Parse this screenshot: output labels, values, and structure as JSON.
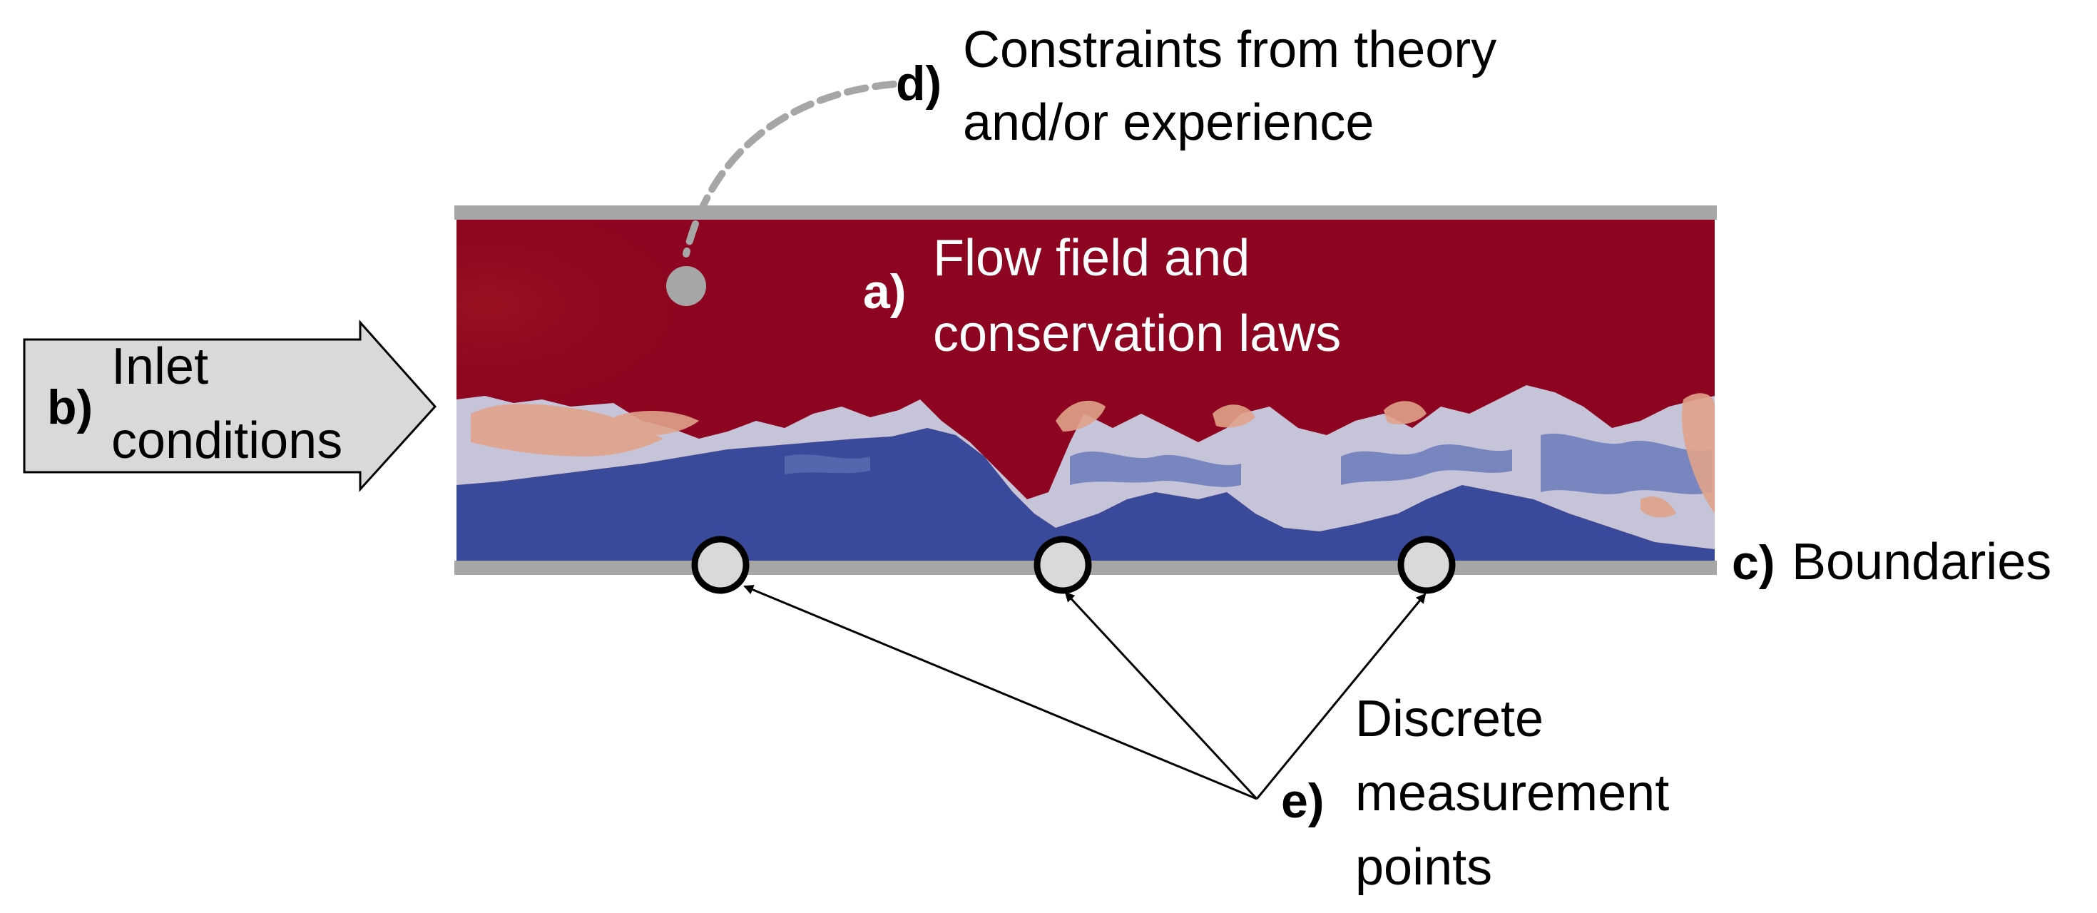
{
  "labels": {
    "a": {
      "key": "a)",
      "lines": [
        "Flow field and",
        "conservation laws"
      ]
    },
    "b": {
      "key": "b)",
      "lines": [
        "Inlet",
        "conditions"
      ]
    },
    "c": {
      "key": "c)",
      "text": "Boundaries"
    },
    "d": {
      "key": "d)",
      "lines": [
        "Constraints from theory",
        "and/or experience"
      ]
    },
    "e": {
      "key": "e)",
      "lines": [
        "Discrete",
        "measurement",
        "points"
      ]
    }
  },
  "measurement_points": 3,
  "colors": {
    "upper_fluid": "#8d0520",
    "lower_fluid": "#3a4a9a",
    "mixing_light": "#c8cfe4",
    "mixing_warm": "#e0a38a",
    "wall": "#a6a6a6",
    "inlet_arrow_fill": "#d9d9d9",
    "point_fill": "#d9d9d9",
    "constraint_marker": "#a6a6a6",
    "label_on_flow": "#ffffff",
    "label_text": "#000000"
  }
}
